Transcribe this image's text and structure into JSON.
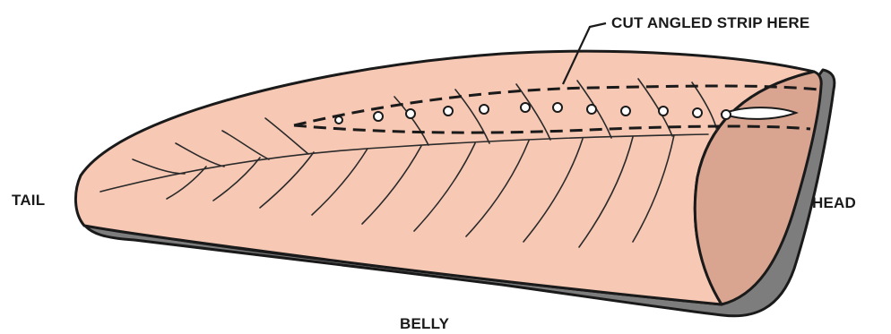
{
  "labels": {
    "cut": "CUT ANGLED STRIP HERE",
    "tail": "TAIL",
    "head": "HEAD",
    "belly": "BELLY"
  },
  "colors": {
    "flesh": "#f7c8b4",
    "cut_face": "#d9a590",
    "skin_shadow": "#7d7d7d",
    "outline": "#1a1a1a",
    "background": "#ffffff"
  }
}
